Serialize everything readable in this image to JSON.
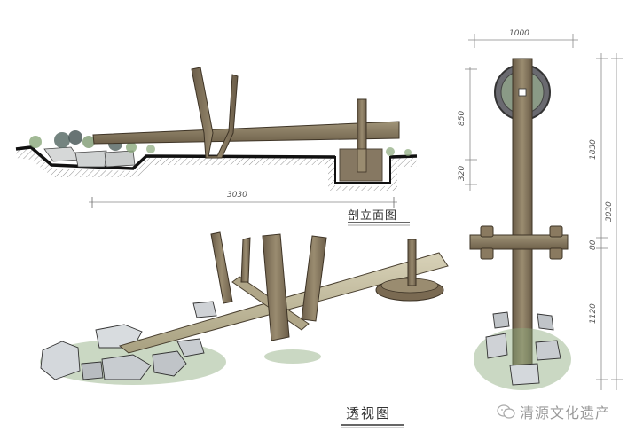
{
  "drawing": {
    "section_view": {
      "title": "剖立面图",
      "dimension_width": "3030"
    },
    "perspective_view": {
      "title": "透视图"
    },
    "plan_view": {
      "dimension_top": "1000",
      "dimension_left_upper": "850",
      "dimension_left_lower": "320",
      "dimension_right_upper": "1830",
      "dimension_right_middle": "80",
      "dimension_right_lower": "1120",
      "dimension_right_total": "3030"
    }
  },
  "watermark": {
    "text": "清源文化遗产",
    "icon": "wechat-icon"
  },
  "colors": {
    "wood": "#8a7a60",
    "wood_light": "#c8c0a0",
    "wood_dark": "#5a4a38",
    "stone": "#c8ccd0",
    "grass": "#7a9a6a",
    "ink": "#222222",
    "dim_line": "#888888"
  }
}
